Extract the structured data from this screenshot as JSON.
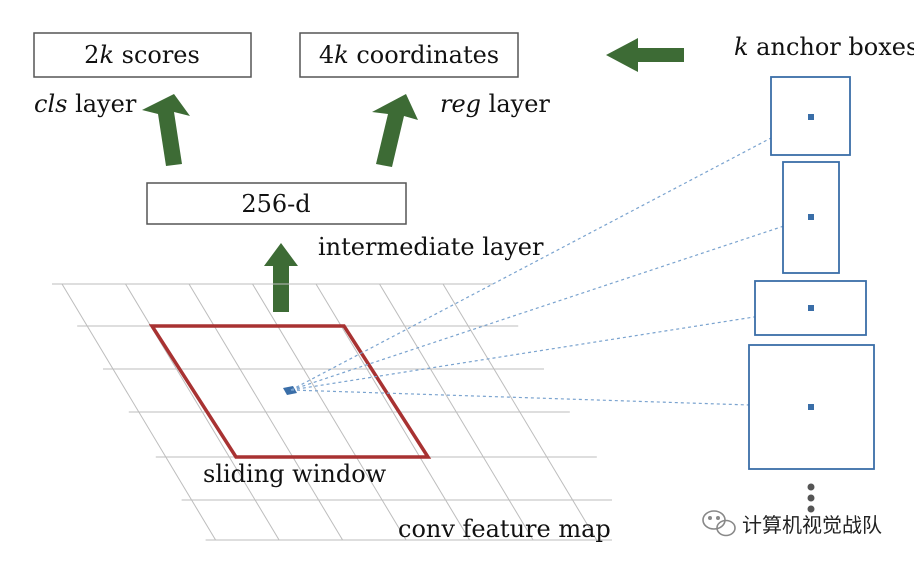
{
  "boxes": {
    "scores": {
      "num": "2",
      "var": "k",
      "rest": " scores"
    },
    "coords": {
      "num": "4",
      "var": "k",
      "rest": " coordinates"
    },
    "intermediate": {
      "text": "256-d"
    }
  },
  "labels": {
    "cls": {
      "italic": "cls",
      "rest": " layer"
    },
    "reg": {
      "italic": "reg",
      "rest": " layer"
    },
    "intermediate_layer": "intermediate layer",
    "sliding_window": "sliding window",
    "conv_feature_map": "conv feature map",
    "anchor": {
      "italic": "k",
      "rest": " anchor boxes"
    }
  },
  "watermark": {
    "text": "计算机视觉战队"
  },
  "colors": {
    "arrow": "#3d6b35",
    "window": "#a83232",
    "anchor": "#3a6ea8",
    "grid": "#bdbdbd",
    "dashed": "#7aa3cf"
  }
}
